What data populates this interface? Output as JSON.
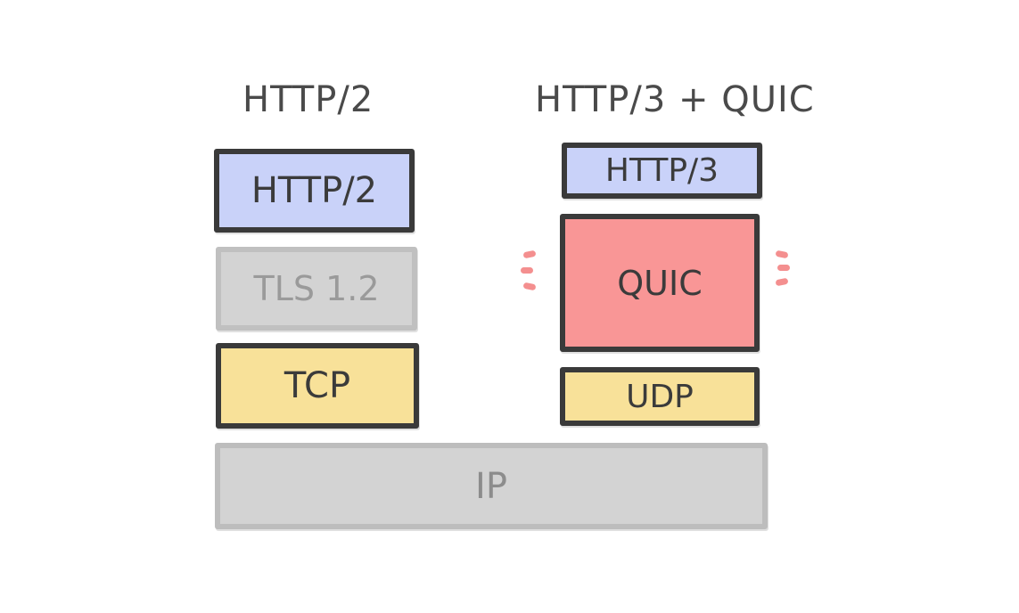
{
  "diagram": {
    "left_stack": {
      "heading": "HTTP/2",
      "layers": {
        "application": "HTTP/2",
        "security": "TLS 1.2",
        "transport": "TCP"
      }
    },
    "right_stack": {
      "heading": "HTTP/3 + QUIC",
      "layers": {
        "application": "HTTP/3",
        "protocol": "QUIC",
        "transport": "UDP"
      }
    },
    "shared_layer": "IP",
    "colors": {
      "application": "#c9d2f9",
      "security": "#d3d3d3",
      "transport": "#f8e199",
      "quic": "#f99696",
      "network": "#d3d3d3",
      "outline": "#3a3a3a",
      "emphasis_marks": "#f48f8f"
    }
  }
}
